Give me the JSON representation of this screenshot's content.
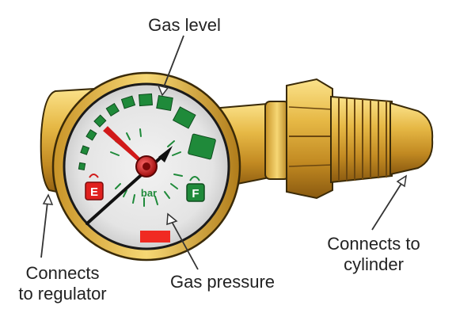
{
  "labels": {
    "gas_level": "Gas level",
    "gas_pressure": "Gas pressure",
    "regulator_line1": "Connects",
    "regulator_line2": "to regulator",
    "cylinder_line1": "Connects to",
    "cylinder_line2": "cylinder"
  },
  "gauge": {
    "unit": "bar",
    "empty_mark": "E",
    "full_mark": "F"
  },
  "colors": {
    "brass": "#d9a93a",
    "brass_dark": "#8a5a10",
    "gauge_face": "#e9e9e9",
    "green": "#1f8a3a",
    "red": "#e0201e",
    "needle_red": "#d11a1a",
    "outline": "#1a1a1a"
  }
}
